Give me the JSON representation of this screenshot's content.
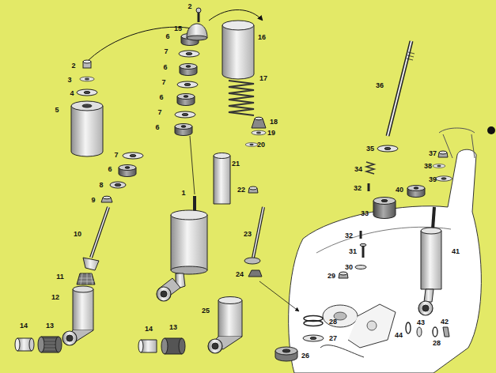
{
  "diagram": {
    "labels": [
      "2",
      "3",
      "4",
      "5",
      "6",
      "7",
      "6",
      "7",
      "6",
      "7",
      "6",
      "7",
      "6",
      "8",
      "9",
      "1",
      "10",
      "11",
      "12",
      "14",
      "13",
      "2",
      "15",
      "16",
      "17",
      "18",
      "19",
      "20",
      "21",
      "22",
      "23",
      "24",
      "25",
      "14",
      "13",
      "28",
      "27",
      "26",
      "36",
      "35",
      "34",
      "32",
      "33",
      "32",
      "31",
      "30",
      "29",
      "37",
      "38",
      "39",
      "40",
      "41",
      "42",
      "43",
      "44",
      "28"
    ]
  }
}
